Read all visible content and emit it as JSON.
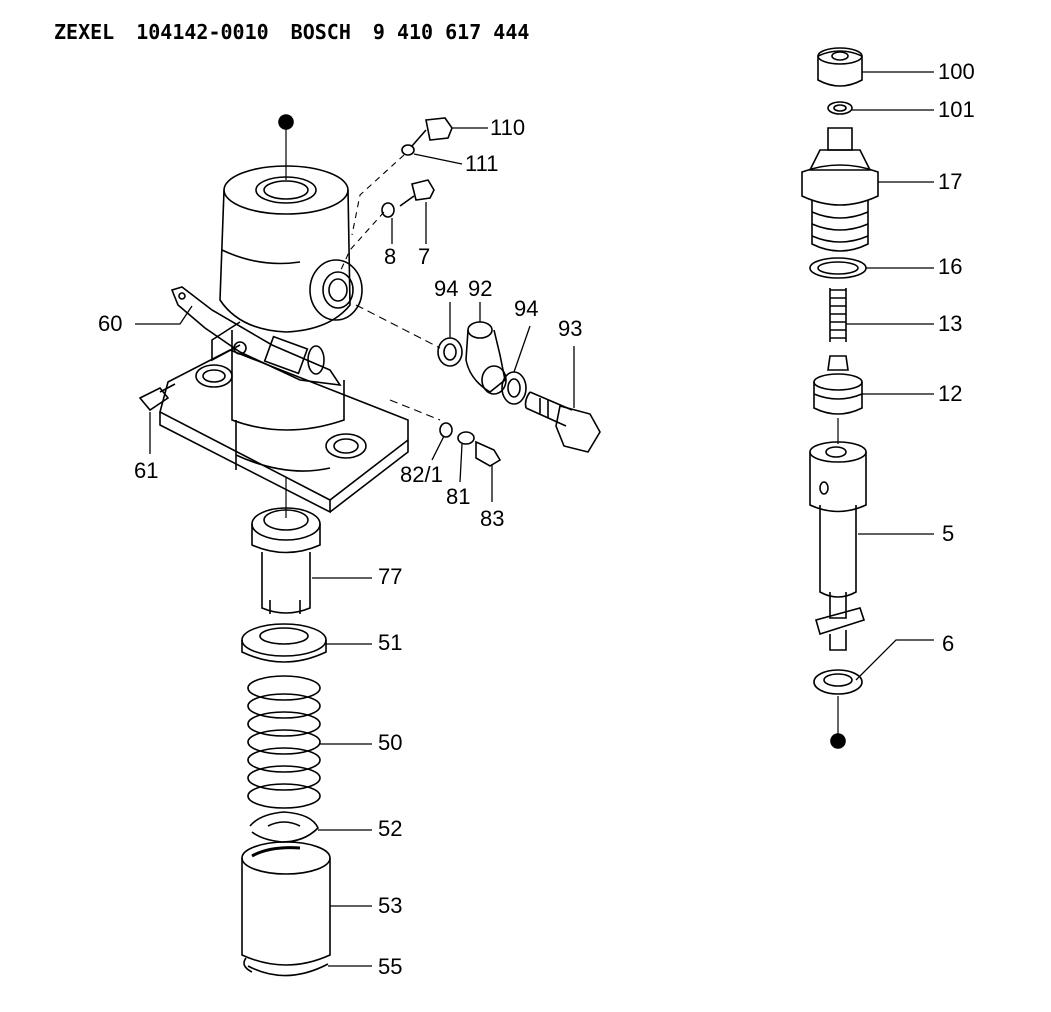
{
  "header": {
    "maker": "ZEXEL",
    "maker_part_no": "104142-0010",
    "brand": "BOSCH",
    "brand_part_no": "9 410 617 444"
  },
  "labels": {
    "p110": "110",
    "p111": "111",
    "p8": "8",
    "p7": "7",
    "p94a": "94",
    "p92": "92",
    "p94b": "94",
    "p93": "93",
    "p60": "60",
    "p61": "61",
    "p82_1": "82/1",
    "p81": "81",
    "p83": "83",
    "p77": "77",
    "p51": "51",
    "p50": "50",
    "p52": "52",
    "p53": "53",
    "p55": "55",
    "p100": "100",
    "p101": "101",
    "p17": "17",
    "p16": "16",
    "p13": "13",
    "p12": "12",
    "p5": "5",
    "p6": "6"
  }
}
